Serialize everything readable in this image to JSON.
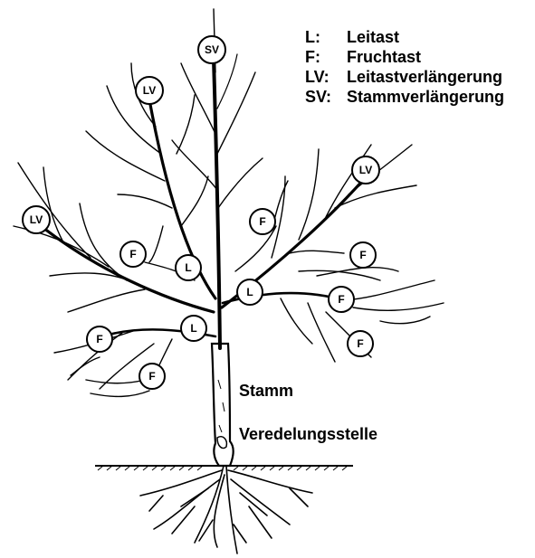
{
  "legend": [
    {
      "key": "L:",
      "value": "Leitast"
    },
    {
      "key": "F:",
      "value": "Fruchtast"
    },
    {
      "key": "LV:",
      "value": "Leitastverlängerung"
    },
    {
      "key": "SV:",
      "value": "Stammverlängerung"
    }
  ],
  "labels": {
    "trunk": "Stamm",
    "graft": "Veredelungsstelle"
  },
  "badges": {
    "sv": "SV",
    "lv": "LV",
    "l": "L",
    "f": "F"
  },
  "colors": {
    "ink": "#000000",
    "paper": "#ffffff"
  }
}
